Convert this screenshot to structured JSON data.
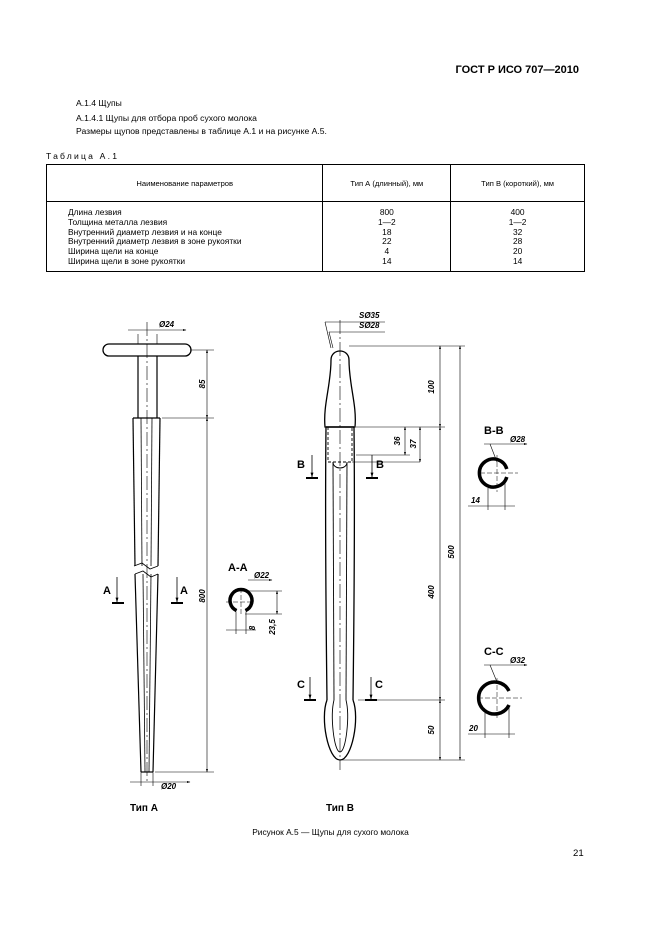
{
  "header": {
    "standard": "ГОСТ Р ИСО 707—2010"
  },
  "paragraphs": [
    "А.1.4 Щупы",
    "А.1.4.1 Щупы для отбора проб сухого молока",
    "Размеры щупов представлены в таблице А.1 и на рисунке А.5."
  ],
  "table": {
    "caption": "Таблица А.1",
    "headers": [
      "Наименование параметров",
      "Тип А (длинный), мм",
      "Тип В (короткий), мм"
    ],
    "rows": [
      [
        "Длина лезвия",
        "800",
        "400"
      ],
      [
        "Толщина металла лезвия",
        "1—2",
        "1—2"
      ],
      [
        "Внутренний диаметр лезвия и на конце",
        "18",
        "32"
      ],
      [
        "Внутренний диаметр лезвия в зоне рукоятки",
        "22",
        "28"
      ],
      [
        "Ширина щели на конце",
        "4",
        "20"
      ],
      [
        "Ширина щели в зоне рукоятки",
        "14",
        "14"
      ]
    ]
  },
  "figure": {
    "caption": "Рисунок А.5 — Щупы для сухого молока",
    "type_a": {
      "label": "Тип А",
      "dims": {
        "handle_diameter": "Ø24",
        "handle_length": "85",
        "blade_length": "800",
        "tip_diameter": "Ø20"
      },
      "section": {
        "label": "А-А",
        "cut_mark": "А",
        "diameter": "Ø22",
        "slot": "8",
        "height": "23,5"
      }
    },
    "type_b": {
      "label": "Тип В",
      "dims": {
        "sphere_outer": "SØ35",
        "sphere_inner": "SØ28",
        "head_length": "100",
        "dim_36": "36",
        "dim_37": "37",
        "overall": "500",
        "blade": "400",
        "tip": "50"
      },
      "section_b": {
        "label": "В-В",
        "cut_mark": "В",
        "diameter": "Ø28",
        "slot": "14"
      },
      "section_c": {
        "label": "С-С",
        "cut_mark": "С",
        "diameter": "Ø32",
        "slot": "20"
      }
    }
  },
  "page_number": "21"
}
